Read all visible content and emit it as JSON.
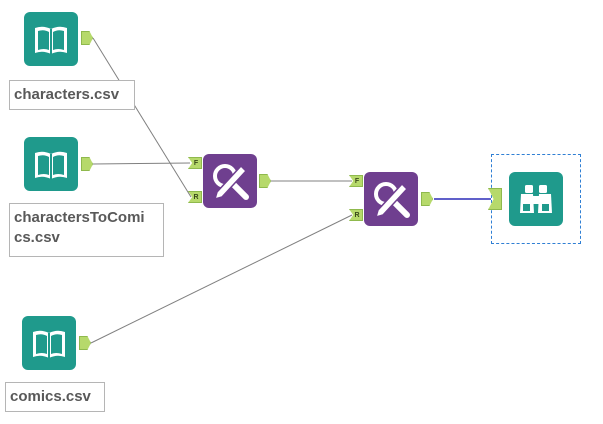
{
  "canvas": {
    "background": "#ffffff",
    "wire_color": "#808080",
    "selected_wire_color": "#2b2bb8",
    "selection_color": "#2f7fd4"
  },
  "tools": {
    "input_characters": {
      "icon": "book-icon",
      "label": "characters.csv",
      "color": "#1f9a8c"
    },
    "input_characters_to_comics": {
      "icon": "book-icon",
      "label_line1": "charactersToComi",
      "label_line2": "cs.csv",
      "color": "#1f9a8c"
    },
    "input_comics": {
      "icon": "book-icon",
      "label": "comics.csv",
      "color": "#1f9a8c"
    },
    "join_1": {
      "icon": "find-replace-icon",
      "color": "#6f3f8f",
      "anchor_f": "F",
      "anchor_r": "R"
    },
    "join_2": {
      "icon": "find-replace-icon",
      "color": "#6f3f8f",
      "anchor_f": "F",
      "anchor_r": "R"
    },
    "browse": {
      "icon": "binoculars-icon",
      "color": "#1f9a8c",
      "selected": true
    }
  }
}
